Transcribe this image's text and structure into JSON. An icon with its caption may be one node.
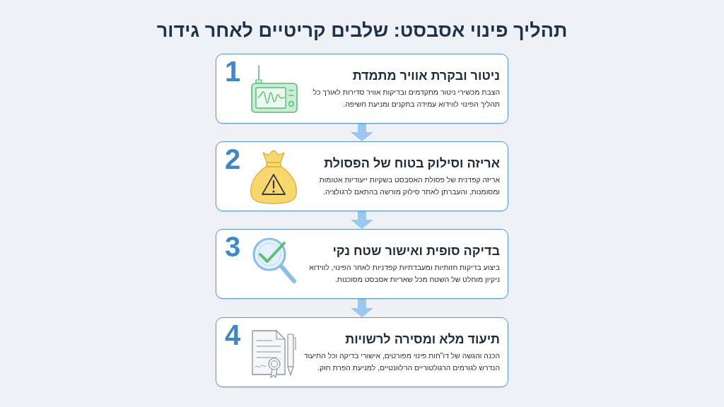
{
  "diagram": {
    "title": "תהליך פינוי אסבסט: שלבים קריטיים לאחר גידור",
    "nodes": [
      {
        "text": [
          "ניטור ובקרת אוויר מתמדת",
          "1",
          "הצבת מכשירי ניטור מתקדמים ובדיקות אוויר סדירות לאורך כל תהליך הפינוי לווידוא עמידה בתקנים ומניעת חשיפה."
        ]
      },
      {
        "text": [
          "אריזה וסילוק בטוח של הפסולת",
          "2",
          "אריזה קפדנית של פסולת האסבסט בשקיות ייעודיות אטומות ומסומנות, והעברתן לאתר סילוק מורשה בהתאם לרגולציה."
        ]
      },
      {
        "text": [
          "בדיקה סופית ואישור שטח נקי",
          "3",
          "ביצוע בדיקות חזותיות ומעבדתיות קפדניות לאחר הפינוי, לווידוא ניקיון מוחלט של השטח מכל שאריות אסבסט מסוכנות."
        ]
      },
      {
        "text": [
          "תיעוד מלא ומסירה לרשויות",
          "4",
          "הכנה והגשה של דו\"חות פינוי מפורטים, אישורי בדיקה וכל התיעוד הנדרש לגורמים הרגולטוריים הרלוונטיים, למניעת הפרת חוק."
        ]
      }
    ],
    "edges": [
      {
        "from": 0,
        "to": 1,
        "arrow": "to"
      },
      {
        "from": 1,
        "to": 2,
        "arrow": "to"
      },
      {
        "from": 2,
        "to": 3,
        "arrow": "to"
      }
    ]
  }
}
